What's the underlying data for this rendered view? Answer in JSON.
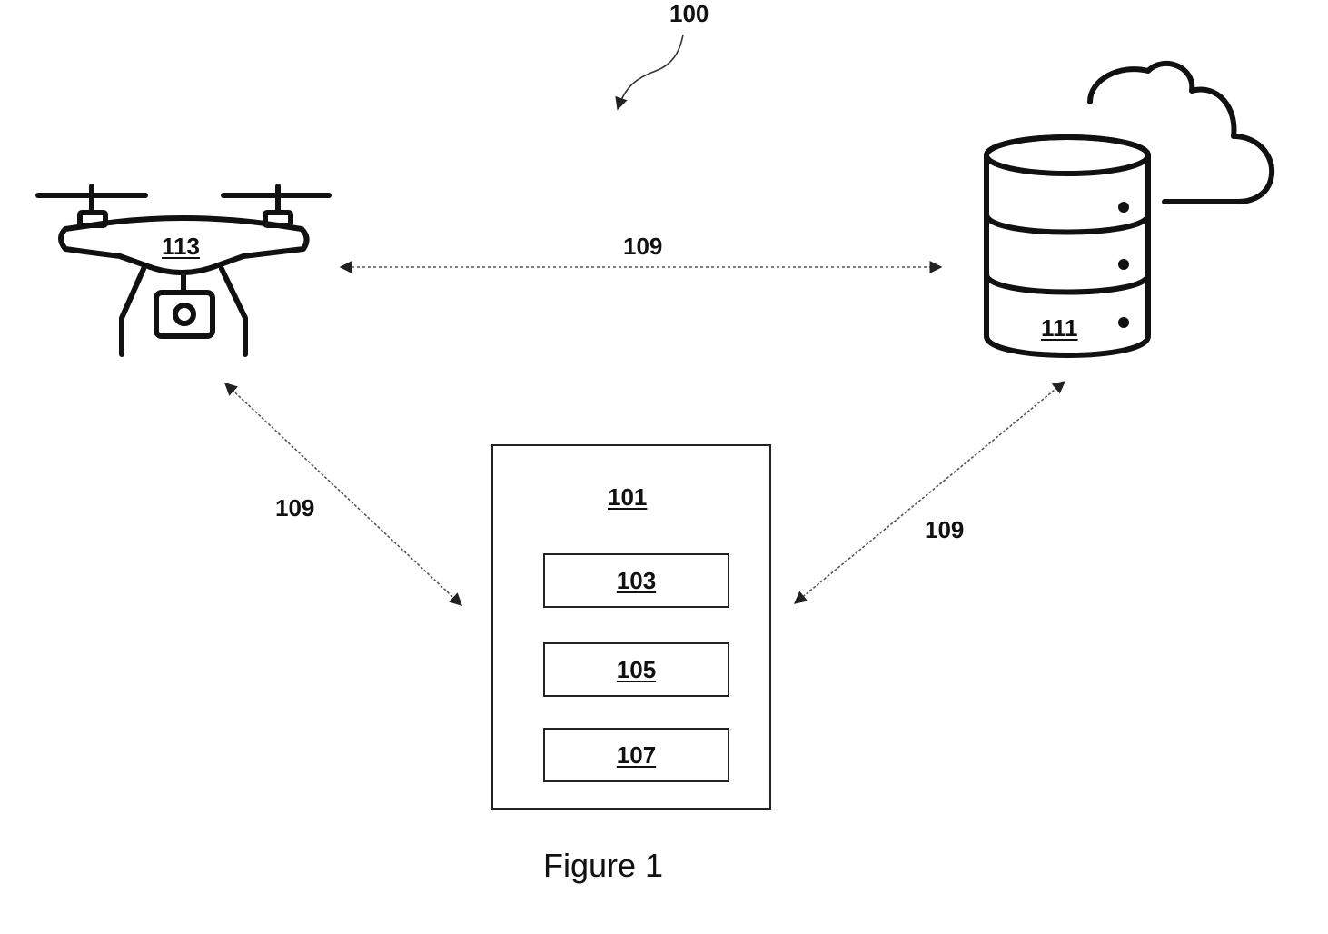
{
  "figure": {
    "system_ref": "100",
    "caption": "Figure 1"
  },
  "drone": {
    "ref": "113",
    "icon": "drone-icon"
  },
  "database": {
    "ref": "111",
    "icon": "database-cloud-icon"
  },
  "server": {
    "ref": "101",
    "modules": [
      {
        "ref": "103"
      },
      {
        "ref": "105"
      },
      {
        "ref": "107"
      }
    ]
  },
  "links": {
    "drone_database": "109",
    "drone_server": "109",
    "database_server": "109"
  }
}
